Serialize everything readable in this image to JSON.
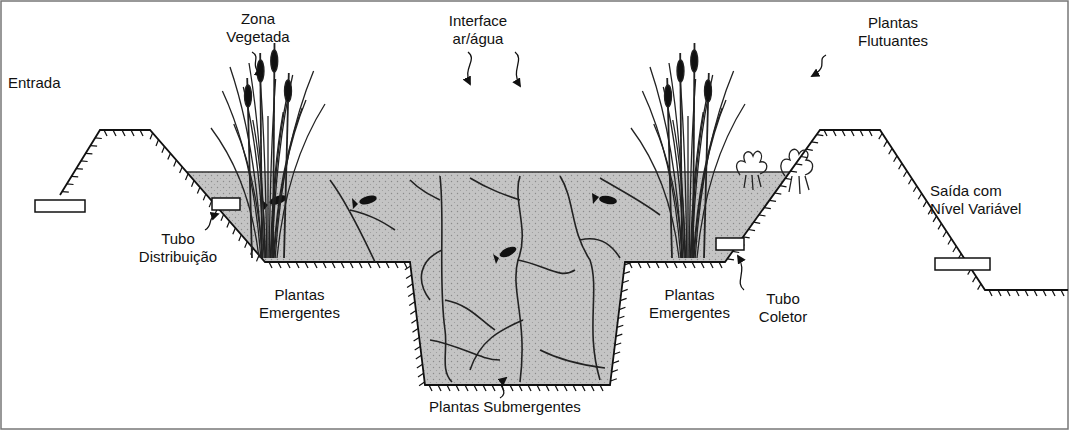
{
  "diagram": {
    "labels": [
      "Zona Vegetada",
      "Interface ar/água",
      "Plantas Flutuantes",
      "Entrada",
      "Tubo Distribuição",
      "Plantas Emergentes",
      "Plantas Emergentes",
      "Tubo Coletor",
      "Saída com Nível Variável",
      "Plantas Submergentes"
    ]
  }
}
